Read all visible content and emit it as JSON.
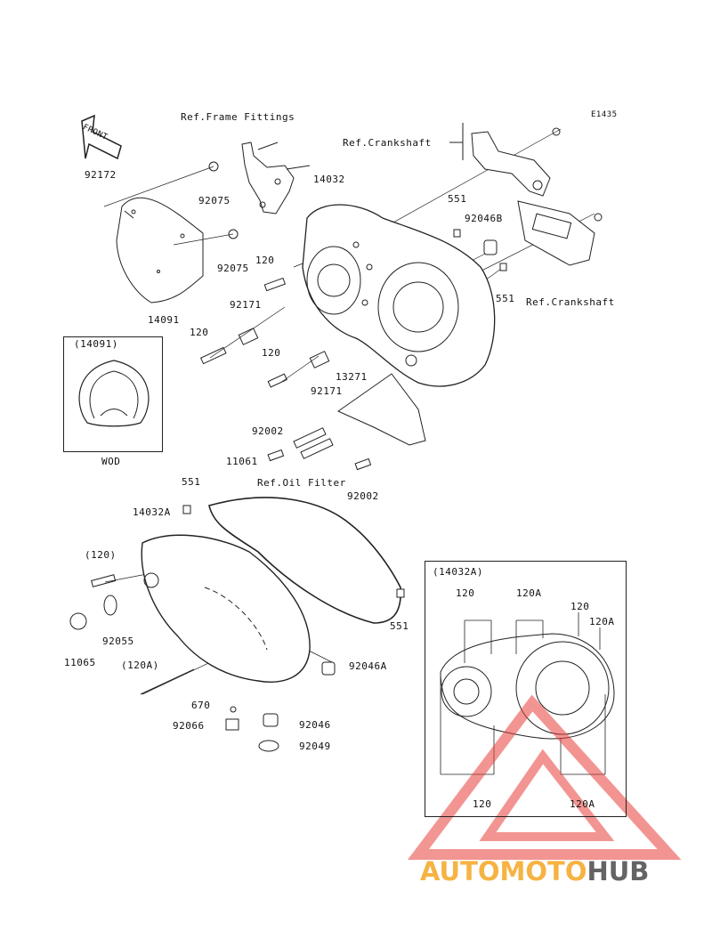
{
  "diagram": {
    "code": "E1435",
    "front_label": "FRONT",
    "refs": {
      "frame_fittings": "Ref.Frame Fittings",
      "crankshaft_top": "Ref.Crankshaft",
      "crankshaft_right": "Ref.Crankshaft",
      "oil_filter": "Ref.Oil Filter"
    },
    "inset_left": {
      "title": "(14091)",
      "caption": "WOD"
    },
    "inset_right": {
      "title": "(14032A)"
    },
    "parts": {
      "p92172": "92172",
      "p92075a": "92075",
      "p92075b": "92075",
      "p14091": "14091",
      "p14032": "14032",
      "p551a": "551",
      "p92046b": "92046B",
      "p551b": "551",
      "p120a": "120",
      "p92171a": "92171",
      "p120b": "120",
      "p120c": "120",
      "p92171b": "92171",
      "p13271": "13271",
      "p92002a": "92002",
      "p11061": "11061",
      "p92002b": "92002",
      "p551c": "551",
      "p14032a": "14032A",
      "p120paren": "(120)",
      "p92055": "92055",
      "p11065": "11065",
      "p120aparen": "(120A)",
      "p670": "670",
      "p92066": "92066",
      "p92046": "92046",
      "p92049": "92049",
      "p92046a": "92046A",
      "p551d": "551",
      "in120a": "120",
      "in120Aa": "120A",
      "in120b": "120",
      "in120Ab": "120A",
      "in120c": "120",
      "in120Ac": "120A"
    }
  },
  "watermark": {
    "part1": "AUTOMOTO",
    "part2": "HUB",
    "color1": "#f5a623",
    "color2": "#4a4a4a",
    "triangle_color": "#e8403a"
  }
}
